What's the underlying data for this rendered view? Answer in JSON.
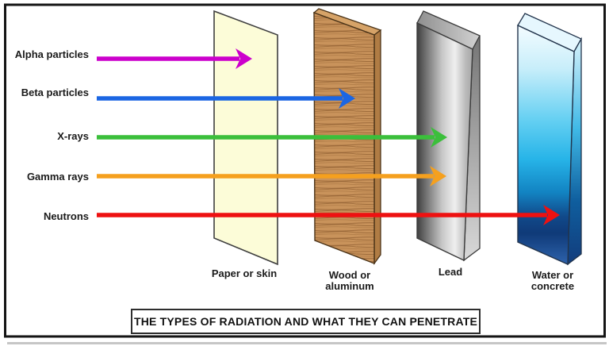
{
  "diagram": {
    "title": "THE TYPES OF RADIATION AND WHAT THEY CAN PENETRATE",
    "rays": [
      {
        "label": "Alpha particles",
        "color": "#CC00CC",
        "stopped_by": "Paper or skin"
      },
      {
        "label": "Beta particles",
        "color": "#1B66E3",
        "stopped_by": "Wood or aluminum"
      },
      {
        "label": "X-rays",
        "color": "#3BBF3B",
        "stopped_by": "Lead"
      },
      {
        "label": "Gamma rays",
        "color": "#F5A01E",
        "stopped_by": "Lead"
      },
      {
        "label": "Neutrons",
        "color": "#EE1111",
        "stopped_by": "Water or concrete"
      }
    ],
    "barriers": [
      {
        "line1": "Paper or skin",
        "line2": "",
        "fill": "#FCFCD8"
      },
      {
        "line1": "Wood or",
        "line2": "aluminum",
        "fill": "#C9935B"
      },
      {
        "line1": "Lead",
        "line2": "",
        "fill": "#C0C0C0"
      },
      {
        "line1": "Water or",
        "line2": "concrete",
        "fill": "#2FB9E8"
      }
    ]
  }
}
